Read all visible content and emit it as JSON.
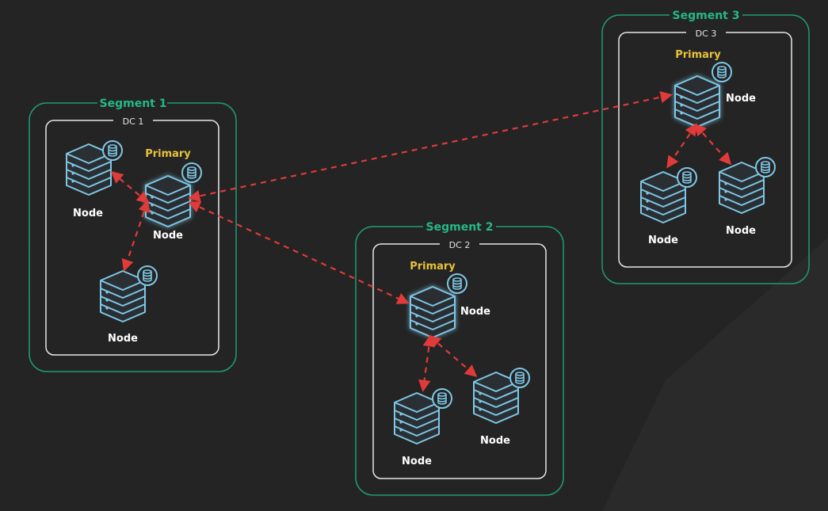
{
  "colors": {
    "background": "#242424",
    "segment_border": "#1e9c78",
    "segment_label": "#25b889",
    "dc_border": "#e6e6e6",
    "server_stroke": "#7fc7e6",
    "primary_glow": "#7fdcff",
    "primary_label": "#e8c23a",
    "node_label": "#ffffff",
    "link": "#e03a3a"
  },
  "segments": [
    {
      "label": "Segment 1",
      "dc_label": "DC 1",
      "primary_label": "Primary",
      "primary_node_label": "Node",
      "replica_labels": [
        "Node",
        "Node"
      ]
    },
    {
      "label": "Segment 2",
      "dc_label": "DC 2",
      "primary_label": "Primary",
      "primary_node_label": "Node",
      "replica_labels": [
        "Node",
        "Node"
      ]
    },
    {
      "label": "Segment 3",
      "dc_label": "DC 3",
      "primary_label": "Primary",
      "primary_node_label": "Node",
      "replica_labels": [
        "Node",
        "Node"
      ]
    }
  ],
  "icons": {
    "server": "server-stack-icon",
    "database": "database-icon"
  }
}
